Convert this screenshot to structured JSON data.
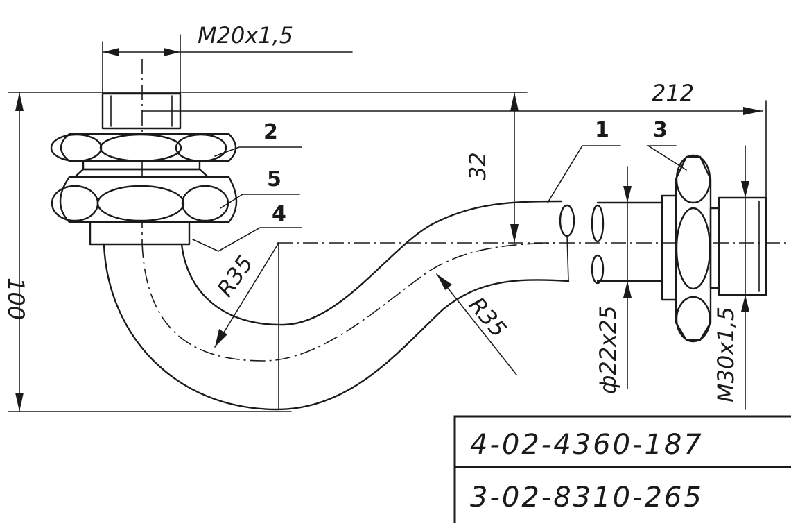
{
  "dimensions": {
    "thread_top": "M20x1,5",
    "length_total": "212",
    "height_total": "100",
    "offset": "32",
    "radius_left": "R35",
    "radius_right": "R35",
    "tube_diameter": "ф22x25",
    "thread_end": "M30x1,5"
  },
  "callouts": [
    "1",
    "2",
    "3",
    "4",
    "5"
  ],
  "title_block": {
    "code_1": "4-02-4360-187",
    "code_2": "3-02-8310-265"
  }
}
